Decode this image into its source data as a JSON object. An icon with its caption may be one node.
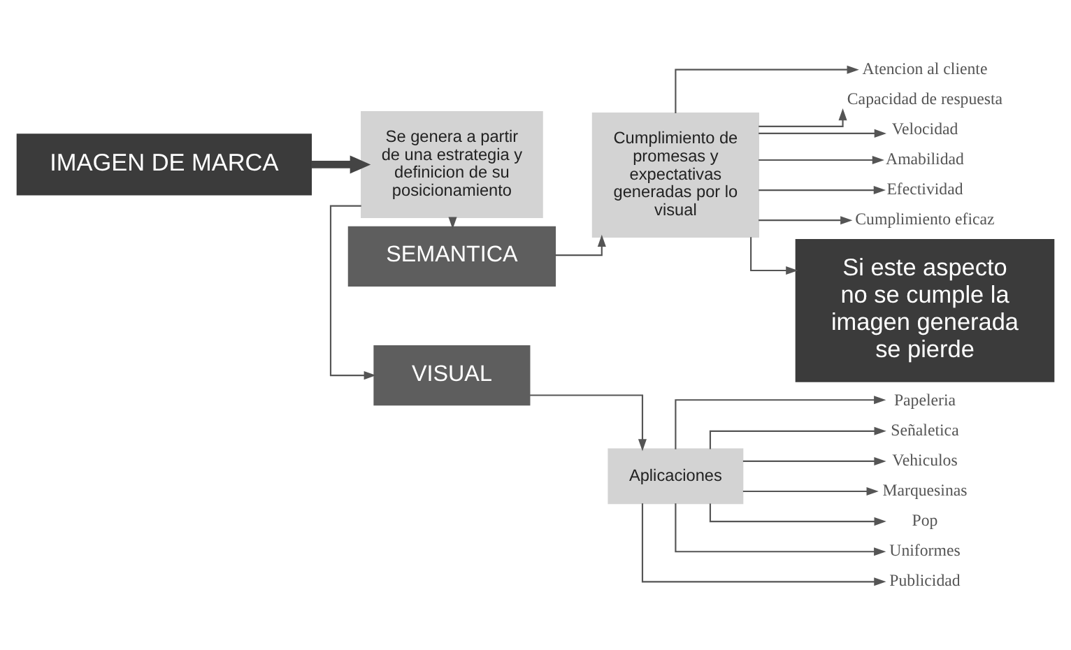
{
  "diagram": {
    "nodes": [
      {
        "text": [
          "VISUAL"
        ]
      },
      {
        "text": [
          "Aplicaciones"
        ]
      },
      {
        "text": [
          "Papeleria"
        ]
      },
      {
        "text": [
          "Señaletica"
        ]
      },
      {
        "text": [
          "Vehiculos"
        ]
      },
      {
        "text": [
          "Marquesinas"
        ]
      },
      {
        "text": [
          "Pop"
        ]
      },
      {
        "text": [
          "Uniformes"
        ]
      },
      {
        "text": [
          "Publicidad"
        ]
      },
      {
        "text": [
          "IMAGEN DE MARCA"
        ]
      },
      {
        "text": [
          "Se genera a partir de una estrategia y definicion de su posicionamiento"
        ]
      },
      {
        "text": [
          "SEMANTICA"
        ]
      },
      {
        "text": [
          "Cumplimiento de promesas y expectativas generadas por lo visual"
        ]
      },
      {
        "text": [
          "Atencion al cliente"
        ]
      },
      {
        "text": [
          "Capacidad de respuesta"
        ]
      },
      {
        "text": [
          "Velocidad"
        ]
      },
      {
        "text": [
          "Amabilidad"
        ]
      },
      {
        "text": [
          "Efectividad"
        ]
      },
      {
        "text": [
          "Cumplimiento eficaz"
        ]
      },
      {
        "text": [
          "Si este aspecto no se cumple la imagen generada se pierde"
        ]
      }
    ],
    "edges": [
      {
        "from": 9,
        "to": 10,
        "arrow": "to",
        "style": "thick"
      },
      {
        "from": 10,
        "to": 0,
        "arrow": "to"
      },
      {
        "from": 0,
        "to": 1,
        "arrow": "to"
      },
      {
        "from": 1,
        "to": 2,
        "arrow": "to"
      },
      {
        "from": 1,
        "to": 3,
        "arrow": "to"
      },
      {
        "from": 1,
        "to": 4,
        "arrow": "to"
      },
      {
        "from": 1,
        "to": 5,
        "arrow": "to"
      },
      {
        "from": 1,
        "to": 6,
        "arrow": "to"
      },
      {
        "from": 1,
        "to": 7,
        "arrow": "to"
      },
      {
        "from": 1,
        "to": 8,
        "arrow": "to"
      },
      {
        "from": 10,
        "to": 11,
        "arrow": "to"
      },
      {
        "from": 11,
        "to": 12,
        "arrow": "to"
      },
      {
        "from": 12,
        "to": 13,
        "arrow": "to"
      },
      {
        "from": 12,
        "to": 14,
        "arrow": "to"
      },
      {
        "from": 12,
        "to": 15,
        "arrow": "to"
      },
      {
        "from": 12,
        "to": 16,
        "arrow": "to"
      },
      {
        "from": 12,
        "to": 17,
        "arrow": "to"
      },
      {
        "from": 12,
        "to": 18,
        "arrow": "to"
      },
      {
        "from": 12,
        "to": 19,
        "arrow": "to"
      }
    ]
  }
}
